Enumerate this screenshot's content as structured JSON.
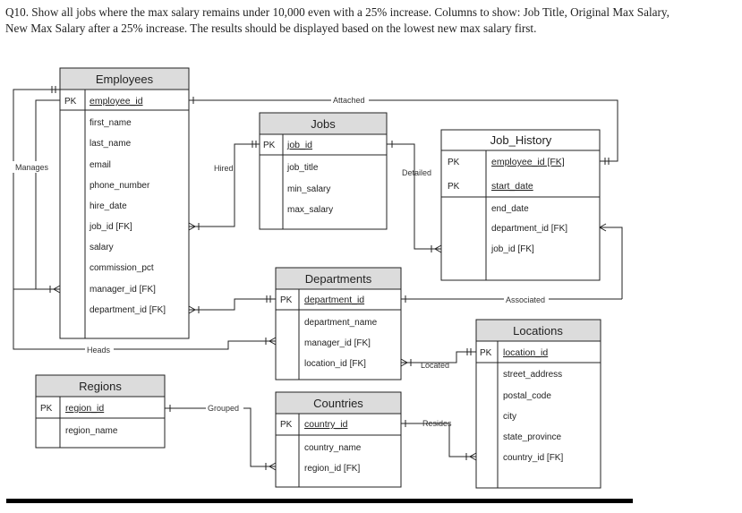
{
  "question": {
    "text": "Q10. Show all jobs where the max salary remains under 10,000 even with a 25% increase. Columns to show: Job Title, Original Max Salary,\nNew Max Salary after a 25% increase. The results should be displayed based on the lowest new max salary first."
  },
  "pk_label": "PK",
  "entities": {
    "employees": {
      "title": "Employees",
      "pk_fields": [
        "employee_id"
      ],
      "fields": [
        "first_name",
        "last_name",
        "email",
        "phone_number",
        "hire_date",
        "job_id [FK]",
        "salary",
        "commission_pct",
        "manager_id [FK]",
        "department_id [FK]"
      ]
    },
    "jobs": {
      "title": "Jobs",
      "pk_fields": [
        "job_id"
      ],
      "fields": [
        "job_title",
        "min_salary",
        "max_salary"
      ]
    },
    "job_history": {
      "title": "Job_History",
      "pk_fields": [
        "employee_id [FK]",
        "start_date"
      ],
      "fields": [
        "end_date",
        "department_id [FK]",
        "job_id [FK]"
      ]
    },
    "departments": {
      "title": "Departments",
      "pk_fields": [
        "department_id"
      ],
      "fields": [
        "department_name",
        "manager_id [FK]",
        "location_id [FK]"
      ]
    },
    "locations": {
      "title": "Locations",
      "pk_fields": [
        "location_id"
      ],
      "fields": [
        "street_address",
        "postal_code",
        "city",
        "state_province",
        "country_id [FK]"
      ]
    },
    "regions": {
      "title": "Regions",
      "pk_fields": [
        "region_id"
      ],
      "fields": [
        "region_name"
      ]
    },
    "countries": {
      "title": "Countries",
      "pk_fields": [
        "country_id"
      ],
      "fields": [
        "country_name",
        "region_id [FK]"
      ]
    }
  },
  "relationships": {
    "manages": "Manages",
    "attached": "Attached",
    "hired": "Hired",
    "detailed": "Detailed",
    "associated": "Associated",
    "heads": "Heads",
    "located": "Located",
    "grouped": "Grouped",
    "resides": "Resides"
  }
}
